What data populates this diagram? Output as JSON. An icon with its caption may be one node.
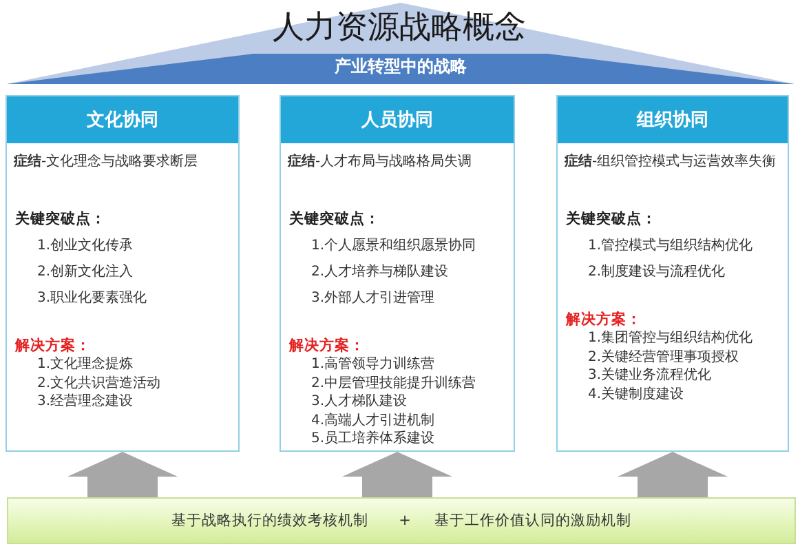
{
  "diagram": {
    "title": "人力资源战略概念",
    "nodes": [
      {
        "text": [
          "产业转型中的战略"
        ]
      },
      {
        "text": [
          "文化协同",
          "**症结**-文化理念与战略要求断层",
          "关键突破点：",
          "1.创业文化传承",
          "2.创新文化注入",
          "3.职业化要素强化",
          "解决方案：",
          "1.文化理念提炼",
          "2.文化共识营造活动",
          "3.经营理念建设"
        ]
      },
      {
        "text": [
          "人员协同",
          "**症结**-人才布局与战略格局失调",
          "关键突破点：",
          "1.个人愿景和组织愿景协同",
          "2.人才培养与梯队建设",
          "3.外部人才引进管理",
          "解决方案：",
          "1.高管领导力训练营",
          "2.中层管理技能提升训练营",
          "3.人才梯队建设",
          "4.高端人才引进机制",
          "5.员工培养体系建设"
        ]
      },
      {
        "text": [
          "组织协同",
          "**症结**-组织管控模式与运营效率失衡",
          "关键突破点：",
          "1.管控模式与组织结构优化",
          "2.制度建设与流程优化",
          "解决方案：",
          "1.集团管控与组织结构优化",
          "2.关键经营管理事项授权",
          "3.关键业务流程优化",
          "4.关键制度建设"
        ]
      },
      {
        "text": [
          "基于战略执行的绩效考核机制",
          "+",
          "基于工作价值认同的激励机制"
        ]
      }
    ],
    "edges": [
      {
        "from": 4,
        "to": 1,
        "arrow": "to"
      },
      {
        "from": 4,
        "to": 2,
        "arrow": "to"
      },
      {
        "from": 4,
        "to": 3,
        "arrow": "to"
      }
    ]
  }
}
